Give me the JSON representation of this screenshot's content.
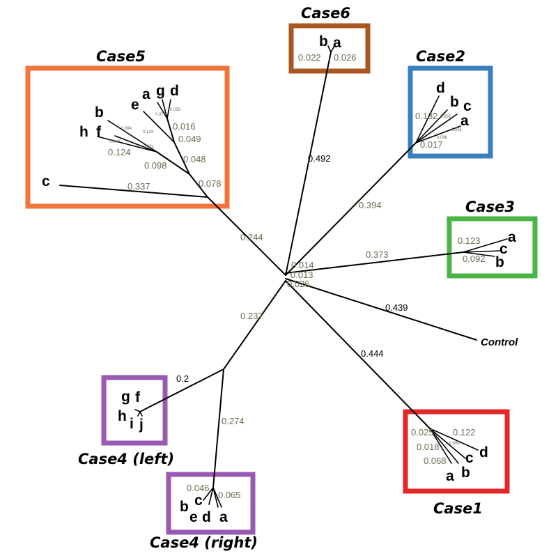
{
  "colors": {
    "case1": "#e4282a",
    "case2": "#3b7fc1",
    "case3": "#4cb447",
    "case4": "#9a59b3",
    "case5": "#f2743b",
    "case6": "#a9561f"
  },
  "cases": {
    "case1": "Case1",
    "case2": "Case2",
    "case3": "Case3",
    "case4_left": "Case4 (left)",
    "case4_right": "Case4 (right)",
    "case5": "Case5",
    "case6": "Case6"
  },
  "control": "Control",
  "tips": {
    "c6_b": "b",
    "c6_a": "a",
    "c5_a": "a",
    "c5_g": "g",
    "c5_d": "d",
    "c5_e": "e",
    "c5_b": "b",
    "c5_h": "h",
    "c5_f": "f",
    "c5_c": "c",
    "c2_d": "d",
    "c2_b": "b",
    "c2_c": "c",
    "c2_a": "a",
    "c3_a": "a",
    "c3_c": "c",
    "c3_b": "b",
    "c4l_g": "g",
    "c4l_f": "f",
    "c4l_h": "h",
    "c4l_i": "i",
    "c4l_j": "j",
    "c4r_b": "b",
    "c4r_c": "c",
    "c4r_e": "e",
    "c4r_d": "d",
    "c4r_a": "a",
    "c1_d": "d",
    "c1_c": "c",
    "c1_b": "b",
    "c1_a": "a"
  },
  "lengths": {
    "case6_stem": "0.492",
    "case6_b": "0.022",
    "case6_a": "0.026",
    "case5_stem": "0.244",
    "case5_078": "0.078",
    "case5_048": "0.048",
    "case5_049": "0.049",
    "case5_016": "0.016",
    "case5_059": "0.059",
    "case5_079": "0.079",
    "case5_123": "0.123",
    "case5_094": "0.094",
    "case5_021": "0.021",
    "case5_089": "0.089",
    "case5_124": "0.124",
    "case5_098": "0.098",
    "case5_c": "0.337",
    "case2_stem": "0.394",
    "case2_132": "0.132",
    "case2_056": "0.056",
    "case2_096": "0.096",
    "case2_061": "0.061",
    "case2_017": "0.017",
    "case3_stem": "0.373",
    "case3_123": "0.123",
    "case3_092": "0.092",
    "hub_014": "0.014",
    "hub_013": "0.013",
    "hub_026": "0.026",
    "control": "0.439",
    "case1_stem": "0.444",
    "case1_025": "0.025",
    "case1_122": "0.122",
    "case1_060": "0.060",
    "case1_018": "0.018",
    "case1_068": "0.068",
    "case4_stem": "0.237",
    "case4_left": "0.2",
    "case4_right": "0.274",
    "case4r_046": "0.046",
    "case4r_065": "0.065"
  }
}
